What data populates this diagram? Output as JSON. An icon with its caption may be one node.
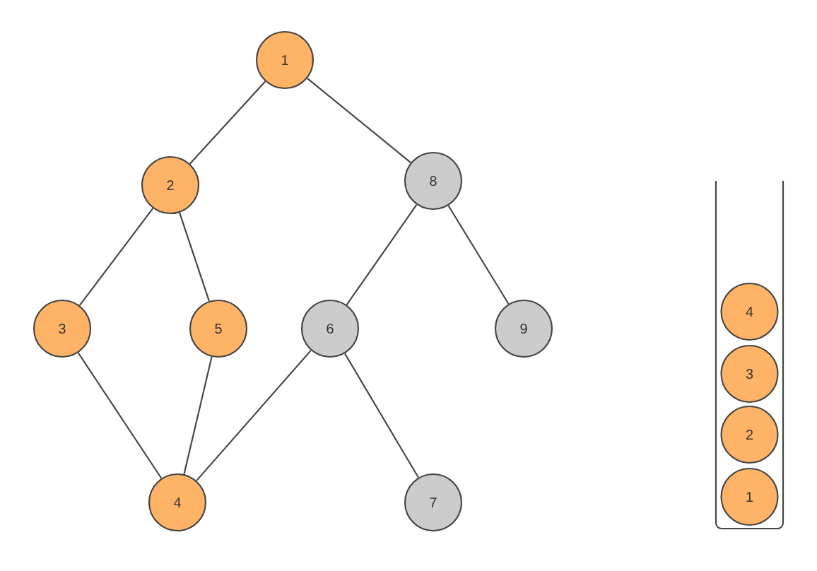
{
  "diagram": {
    "nodes": [
      {
        "text": [
          "1"
        ]
      },
      {
        "text": [
          "2"
        ]
      },
      {
        "text": [
          "8"
        ]
      },
      {
        "text": [
          "3"
        ]
      },
      {
        "text": [
          "5"
        ]
      },
      {
        "text": [
          "6"
        ]
      },
      {
        "text": [
          "9"
        ]
      },
      {
        "text": [
          "4"
        ]
      },
      {
        "text": [
          "7"
        ]
      },
      {
        "text": [],
        "shape": "box"
      },
      {
        "text": [
          "4"
        ],
        "in": 9
      },
      {
        "text": [
          "3"
        ],
        "in": 9
      },
      {
        "text": [
          "2"
        ],
        "in": 9
      },
      {
        "text": [
          "1"
        ],
        "in": 9
      }
    ],
    "edges": [
      {
        "from": 0,
        "to": 1,
        "arrow": "none"
      },
      {
        "from": 0,
        "to": 2,
        "arrow": "none"
      },
      {
        "from": 1,
        "to": 3,
        "arrow": "none"
      },
      {
        "from": 1,
        "to": 4,
        "arrow": "none"
      },
      {
        "from": 2,
        "to": 5,
        "arrow": "none"
      },
      {
        "from": 2,
        "to": 6,
        "arrow": "none"
      },
      {
        "from": 3,
        "to": 7,
        "arrow": "none"
      },
      {
        "from": 4,
        "to": 7,
        "arrow": "none"
      },
      {
        "from": 5,
        "to": 7,
        "arrow": "none"
      },
      {
        "from": 5,
        "to": 8,
        "arrow": "none"
      }
    ]
  }
}
